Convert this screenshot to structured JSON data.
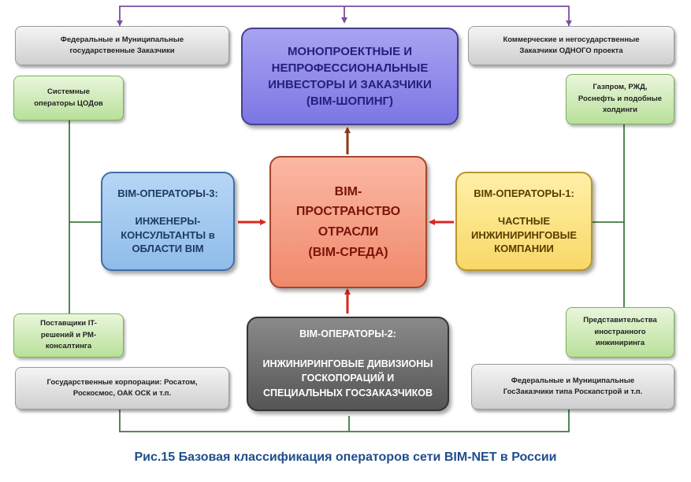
{
  "center": "BIM-\nПРОСТРАНСТВО\nОТРАСЛИ\n(BIM-СРЕДА)",
  "top": "МОНОПРОЕКТНЫЕ И\nНЕПРОФЕССИОНАЛЬНЫЕ\nИНВЕСТОРЫ И ЗАКАЗЧИКИ\n(BIM-ШОПИНГ)",
  "left": "BIM-ОПЕРАТОРЫ-3:\n\nИНЖЕНЕРЫ-\nКОНСУЛЬТАНТЫ в\nОБЛАСТИ BIM",
  "right": "BIM-ОПЕРАТОРЫ-1:\n\nЧАСТНЫЕ\nИНЖИНИРИНГОВЫЕ\nКОМПАНИИ",
  "bottom": "BIM-ОПЕРАТОРЫ-2:\n\nИНЖИНИРИНГОВЫЕ ДИВИЗИОНЫ\nГОСКОПОРАЦИЙ И\nСПЕЦИАЛЬНЫХ ГОСЗАКАЗЧИКОВ",
  "grey_top_left": "Федеральные  и  Муниципальные\nгосударственные  Заказчики",
  "grey_top_right": "Коммерческие  и негосударственные\nЗаказчики  ОДНОГО проекта",
  "grey_bottom_left": "Государственные  корпорации:  Росатом,\nРоскосмос,   ОАК ОСК  и т.п.",
  "grey_bottom_right": "Федеральные  и Муниципальные\nГосЗаказчики  типа Роскапстрой  и т.п.",
  "green_top_left": "Системные\nоператоры ЦОДов",
  "green_bottom_left": "Поставщики  IT-\nрешений  и PM-\nконсалтинга",
  "green_top_right": "Газпром,  РЖД,\nРоснефть  и подобные\nхолдинги",
  "green_bottom_right": "Представительства\nиностранного\nинжиниринга",
  "caption": "Рис.15 Базовая классификация операторов сети BIM-NET в России",
  "colors": {
    "purple_connector": "#7a4fa0",
    "green_connector": "#3f7a3f",
    "arrow_red": "#d9261c",
    "arrow_brown": "#8b3a1a"
  }
}
